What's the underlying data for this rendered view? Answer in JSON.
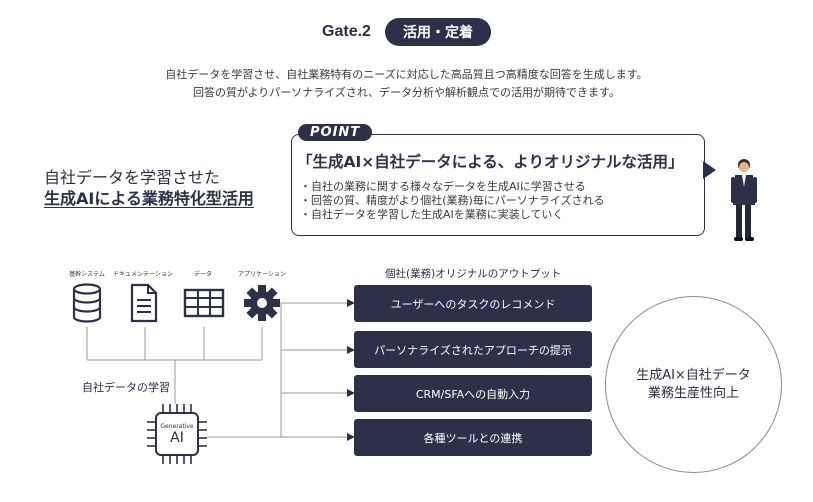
{
  "gate": {
    "number": "Gate.2",
    "badge": "活用・定着"
  },
  "intro": {
    "line1": "自社データを学習させ、自社業務特有のニーズに対応した高品質且つ高精度な回答を生成します。",
    "line2": "回答の質がよりパーソナライズされ、データ分析や解析観点での活用が期待できます。"
  },
  "lead": {
    "line1": "自社データを学習させた",
    "line2": "生成AIによる業務特化型活用"
  },
  "point": {
    "tag": "POINT",
    "title": "「生成AI×自社データによる、よりオリジナルな活用」",
    "bullets": [
      "・自社の業務に関する様々なデータを生成AIに学習させる",
      "・回答の質、精度がより個社(業務)毎にパーソナライズされる",
      "・自社データを学習した生成AIを業務に実装していく"
    ]
  },
  "sources": [
    {
      "label": "基幹システム",
      "icon": "database-icon"
    },
    {
      "label": "ドキュメンテーション",
      "icon": "document-icon"
    },
    {
      "label": "データ",
      "icon": "table-icon"
    },
    {
      "label": "アプリケーション",
      "icon": "gear-icon"
    }
  ],
  "data_label": "自社データの学習",
  "chip": {
    "line1": "Generative",
    "line2": "AI"
  },
  "outputs": {
    "heading": "個社(業務)オリジナルのアウトプット",
    "items": [
      "ユーザーへのタスクのレコメンド",
      "パーソナライズされたアプローチの提示",
      "CRM/SFAへの自動入力",
      "各種ツールとの連携"
    ]
  },
  "result": {
    "line1": "生成AI×自社データ",
    "line2": "業務生産性向上"
  },
  "colors": {
    "navy": "#2c3149",
    "line": "#9a9a9a"
  }
}
